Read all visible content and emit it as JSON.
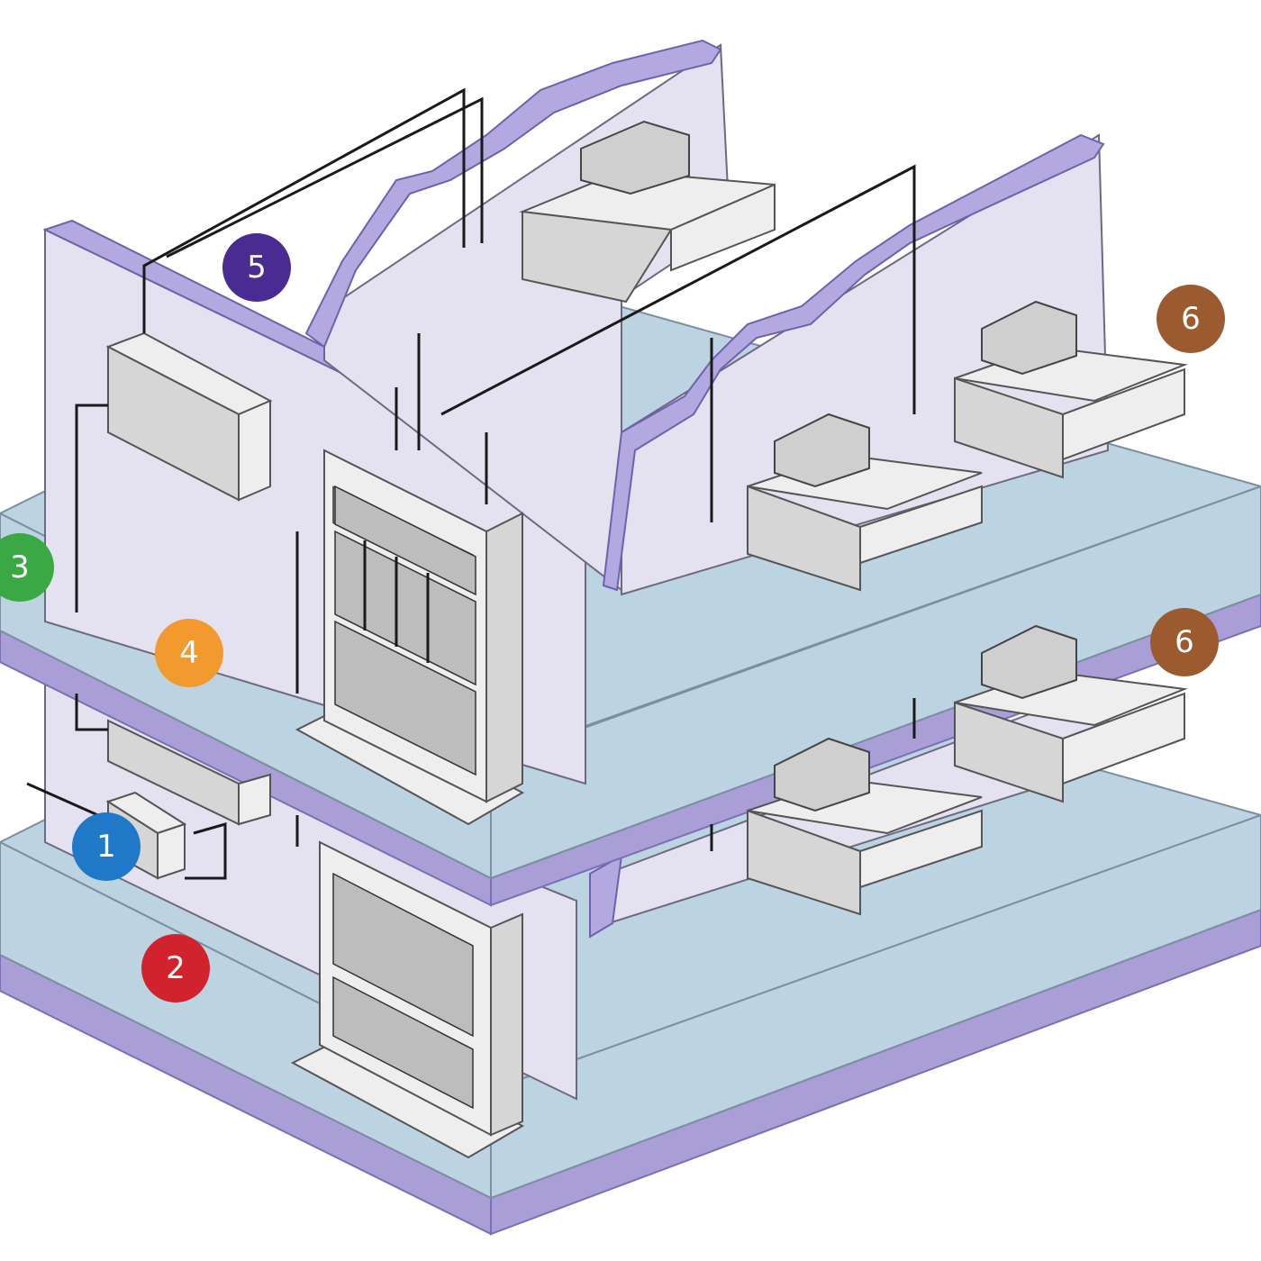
{
  "markers": [
    {
      "id": "1",
      "label": "1",
      "color": "#1f78c8"
    },
    {
      "id": "2",
      "label": "2",
      "color": "#d0232e"
    },
    {
      "id": "3",
      "label": "3",
      "color": "#3aa843"
    },
    {
      "id": "4",
      "label": "4",
      "color": "#f29a2e"
    },
    {
      "id": "5",
      "label": "5",
      "color": "#4a2b91"
    },
    {
      "id": "6a",
      "label": "6",
      "color": "#9c5b2e"
    },
    {
      "id": "6b",
      "label": "6",
      "color": "#9c5b2e"
    }
  ],
  "colors": {
    "floor": "#bcd3e2",
    "floor_edge": "#a99fd6",
    "wall": "#e4e1f1",
    "wall_top": "#b3a9e0"
  }
}
